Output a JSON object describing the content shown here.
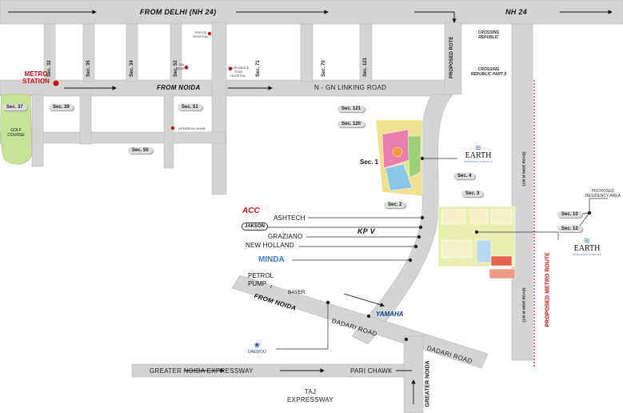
{
  "roads": {
    "from_delhi": "FROM DELHI (NH 24)",
    "nh24": "NH 24",
    "from_noida_top": "FROM NOIDA",
    "ngn_linking": "N - GN LINKING ROAD",
    "proposed_rote": "PROPOSED ROTE",
    "kpv": "KP V",
    "from_noida_bottom": "FROM NOIDA",
    "dadari_road_1": "DADARI ROAD",
    "dadari_road_2": "DADARI ROAD",
    "greater_noida_expressway": "GREATER NOIDA EXPRESSWAY",
    "pari_chawk": "PARI CHAWK",
    "greater_noida": "GREATER NOIDA",
    "taj_expressway": "TAJ EXPRESSWAY",
    "wide_road_1": "(130 M WIDE ROAD)",
    "wide_road_2": "(130 M WIDE ROAD)",
    "proposed_metro_route": "PROPOSED METRO ROUTE"
  },
  "places": {
    "metro_station": "METRO STATION",
    "golf_course": "GOLF COURSE",
    "crossing_republic": "CROSSING REPUBLIC",
    "crossing_republic_2": "CROSSING REPUBLIC PART II",
    "fortis_hospital": "FORTIS HOSPITAL",
    "sai_temple": "SAI TEMPLE",
    "proposed_hospital": "PROPOSED 5 STAR HOSPITAL",
    "kendriya_vihar": "KENDRIYA VIHAR",
    "petrol_pump": "PETROL PUMP",
    "bayer": "BAYER",
    "proposed_residency": "PROPOSED RESIDENCY AREA"
  },
  "sectors": {
    "v32": "Sec. 32",
    "v35": "Sec. 35",
    "v34": "Sec. 34",
    "v52": "Sec. 52",
    "v71": "Sec. 71",
    "v70": "Sec. 70",
    "v121": "Sec. 121",
    "s37": "Sec. 37",
    "s39": "Sec. 39",
    "s51": "Sec. 51",
    "s50": "Sec. 50",
    "s121": "Sec. 121",
    "s120": "Sec. 120",
    "s1": "Sec. 1",
    "s4": "Sec. 4",
    "s3": "Sec. 3",
    "s2": "Sec. 2",
    "s10": "Sec. 10",
    "s12": "Sec. 12"
  },
  "companies": {
    "acc": "ACC",
    "ashtech": "ASHTECH",
    "jakson": "JAKSON",
    "graziano": "GRAZIANO",
    "new_holland": "NEW HOLLAND",
    "minda": "MINDA",
    "yamaha": "YAMAHA",
    "daewoo": "DAEWOO"
  },
  "brand": {
    "name_1": "EARTH",
    "name_2": "EARTH",
    "tagline_1": "INFRASTRUCTURES LTD",
    "tagline_2": "INFRASTRUCTURES LTD"
  },
  "colors": {
    "road": "#d4d4d4",
    "sector_pill": "#dddddd",
    "metro_red": "#cc1111",
    "golf_green": "#c7e39a",
    "acc_red": "#dd1111",
    "minda_blue": "#3a7fd5",
    "yamaha_blue": "#1b3f8f"
  }
}
